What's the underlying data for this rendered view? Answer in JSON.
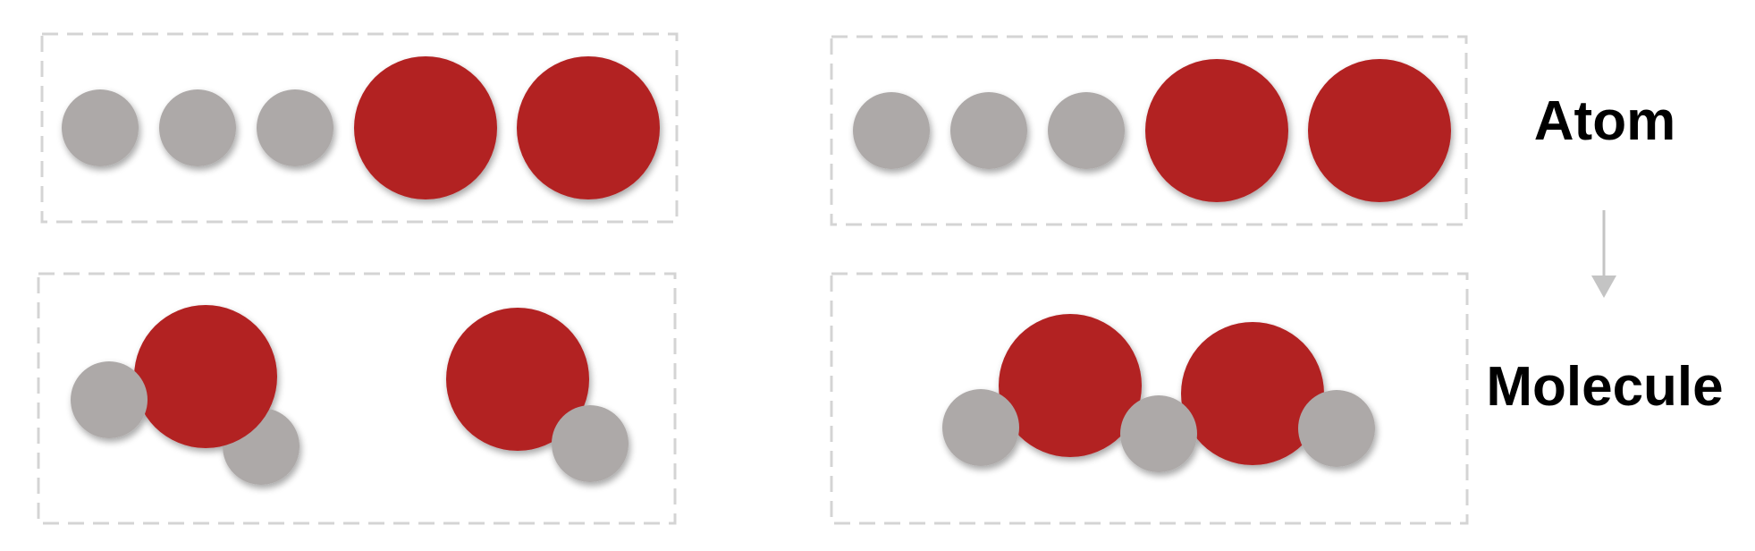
{
  "labels": {
    "atom": "Atom",
    "molecule": "Molecule"
  },
  "colors": {
    "oxygen_red": "#b22024",
    "hydrogen_gray": "#ada9a8",
    "frame_dash": "#d4d4d4",
    "arrow": "#c4c4c4",
    "label_text": "#000000"
  },
  "panels": [
    {
      "id": "left-atoms",
      "kind": "atoms",
      "atoms": [
        "hydrogen",
        "hydrogen",
        "hydrogen",
        "oxygen",
        "oxygen"
      ]
    },
    {
      "id": "right-atoms",
      "kind": "atoms",
      "atoms": [
        "hydrogen",
        "hydrogen",
        "hydrogen",
        "oxygen",
        "oxygen"
      ]
    },
    {
      "id": "left-molecules",
      "kind": "molecules",
      "description_atoms": [
        "oxygen",
        "hydrogen",
        "hydrogen",
        "oxygen",
        "hydrogen"
      ]
    },
    {
      "id": "right-molecules",
      "kind": "molecules",
      "description_atoms": [
        "oxygen",
        "oxygen",
        "hydrogen",
        "hydrogen",
        "hydrogen"
      ]
    }
  ],
  "arrow_direction": "down"
}
